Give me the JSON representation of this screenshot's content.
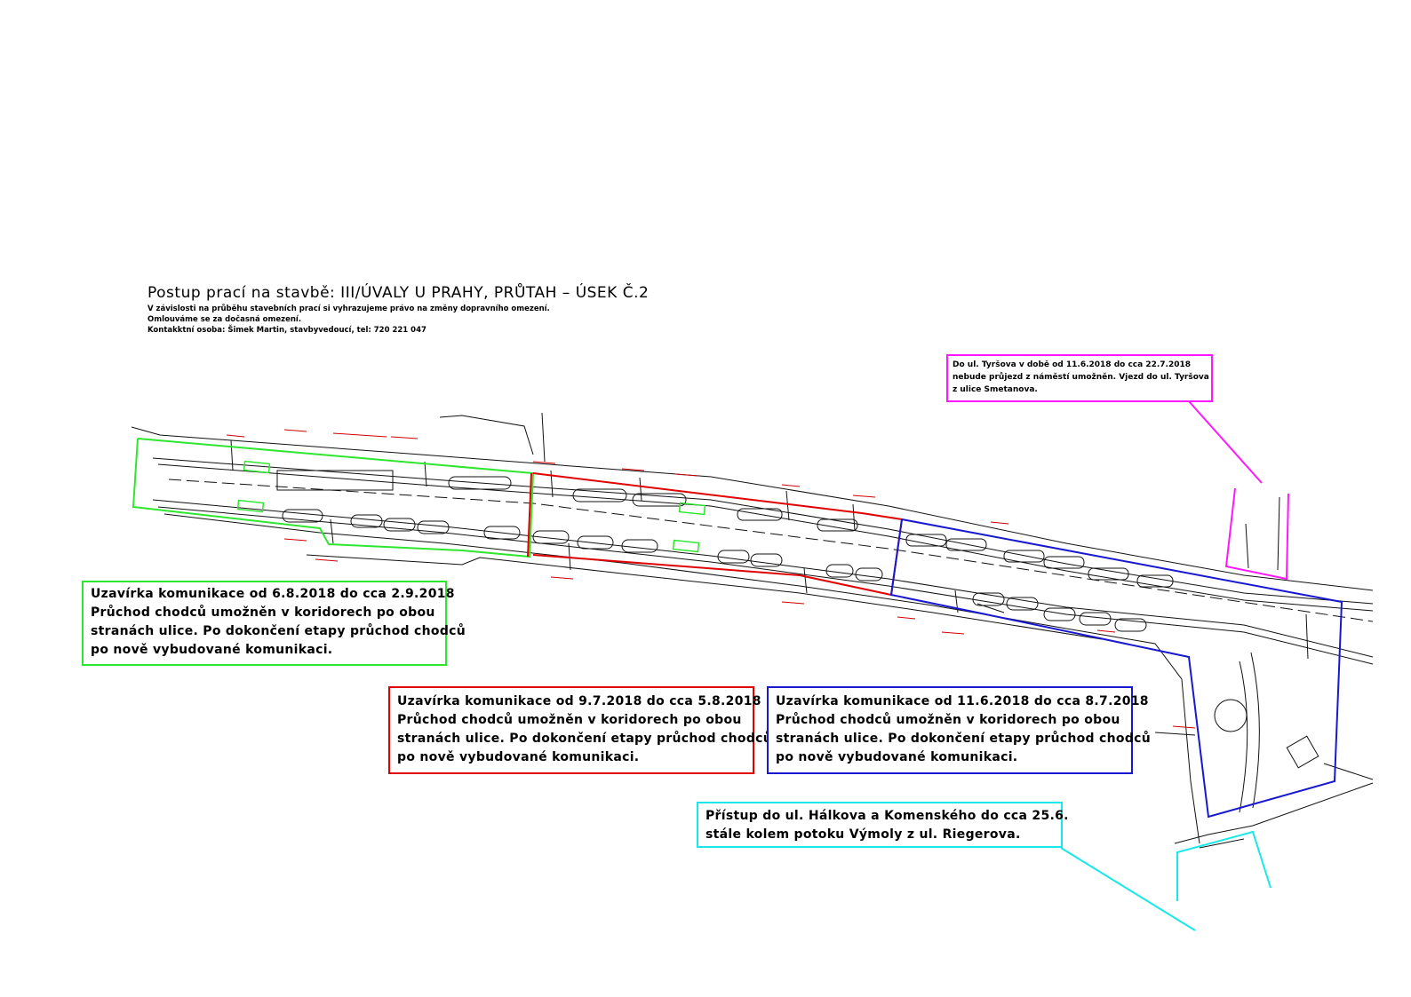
{
  "header": {
    "title": "Postup prací na stavbě: III/ÚVALY U PRAHY, PRŮTAH – ÚSEK Č.2",
    "lines": [
      "V závislosti na průběhu stavebních prací si vyhrazujeme právo na změny dopravního omezení.",
      "Omlouváme se za dočasná omezení.",
      "Kontakktní osoba: Šimek Martin, stavbyvedoucí, tel: 720 221 047"
    ]
  },
  "notes": {
    "green": [
      "Uzavírka komunikace od 6.8.2018 do cca 2.9.2018",
      "Průchod chodců umožněn v koridorech po obou",
      "stranách ulice. Po dokončení etapy průchod chodců",
      "po nově vybudované komunikaci."
    ],
    "red": [
      "Uzavírka komunikace od 9.7.2018 do cca 5.8.2018",
      "Průchod chodců umožněn v koridorech po obou",
      "stranách ulice. Po dokončení etapy průchod chodců",
      "po nově vybudované komunikaci."
    ],
    "blue": [
      "Uzavírka komunikace od 11.6.2018 do cca 8.7.2018",
      "Průchod chodců umožněn v koridorech po obou",
      "stranách ulice. Po dokončení etapy průchod chodců",
      "po nově vybudované komunikaci."
    ],
    "cyan": [
      "Přístup do ul. Hálkova a Komenského do cca 25.6.",
      "stále kolem potoku Výmoly z ul. Riegerova."
    ],
    "magenta": [
      "Do ul. Tyršova v době od 11.6.2018 do cca 22.7.2018",
      "nebude průjezd z náměstí umožněn. Vjezd do ul. Tyršova",
      "z ulice Smetanova."
    ]
  },
  "colors": {
    "green": "#2ee62e",
    "red": "#e00000",
    "blue": "#1818d0",
    "cyan": "#18e8e8",
    "magenta": "#ff18ff"
  }
}
